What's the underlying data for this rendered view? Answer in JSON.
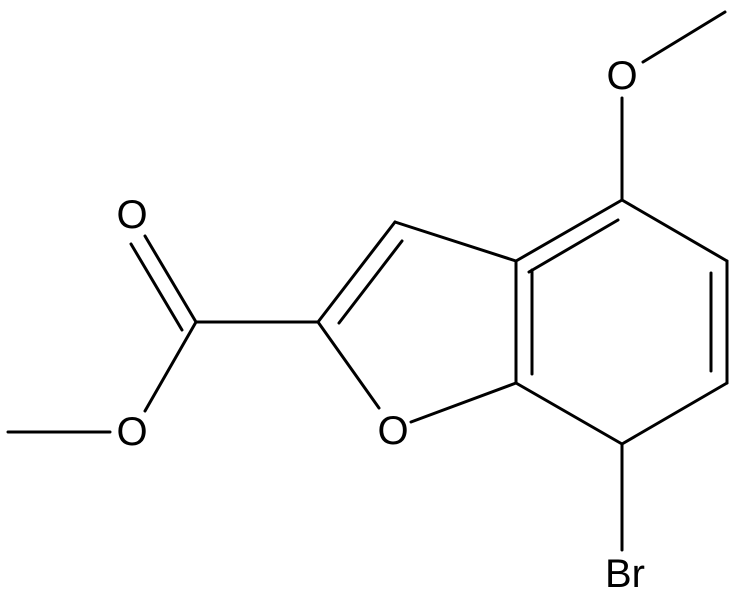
{
  "molecule": {
    "atoms": {
      "methoxy_oxygen": "O",
      "carbonyl_oxygen": "O",
      "ester_oxygen": "O",
      "ring_oxygen": "O",
      "bromine": "Br"
    },
    "colors": {
      "bond": "#000000",
      "label": "#000000",
      "background": "#ffffff"
    }
  }
}
